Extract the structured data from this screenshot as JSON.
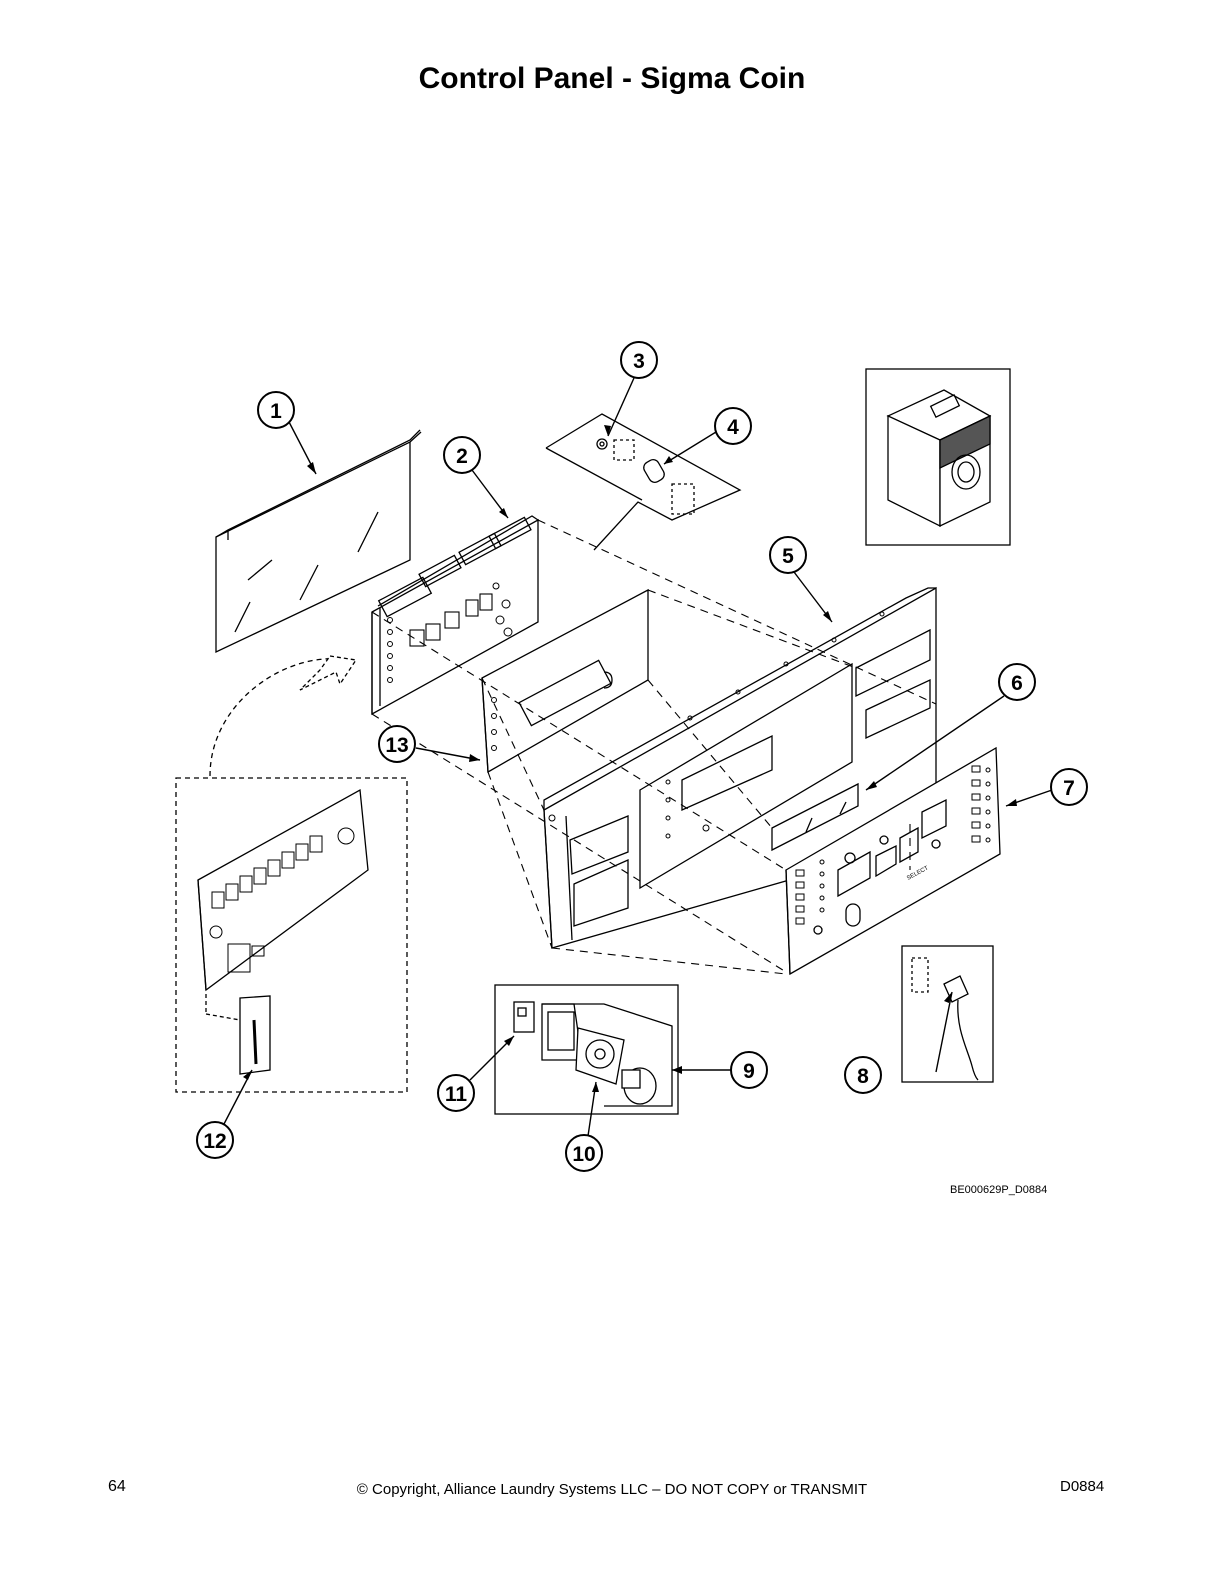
{
  "page": {
    "title": "Control Panel - Sigma Coin",
    "figure_code": "BE000629P_D0884",
    "page_number": "64",
    "copyright": "© Copyright, Alliance Laundry Systems LLC – DO NOT COPY or TRANSMIT",
    "document_code": "D0884"
  },
  "callouts": [
    "1",
    "2",
    "3",
    "4",
    "5",
    "6",
    "7",
    "8",
    "9",
    "10",
    "11",
    "12",
    "13"
  ],
  "panel_label": "SELECT"
}
